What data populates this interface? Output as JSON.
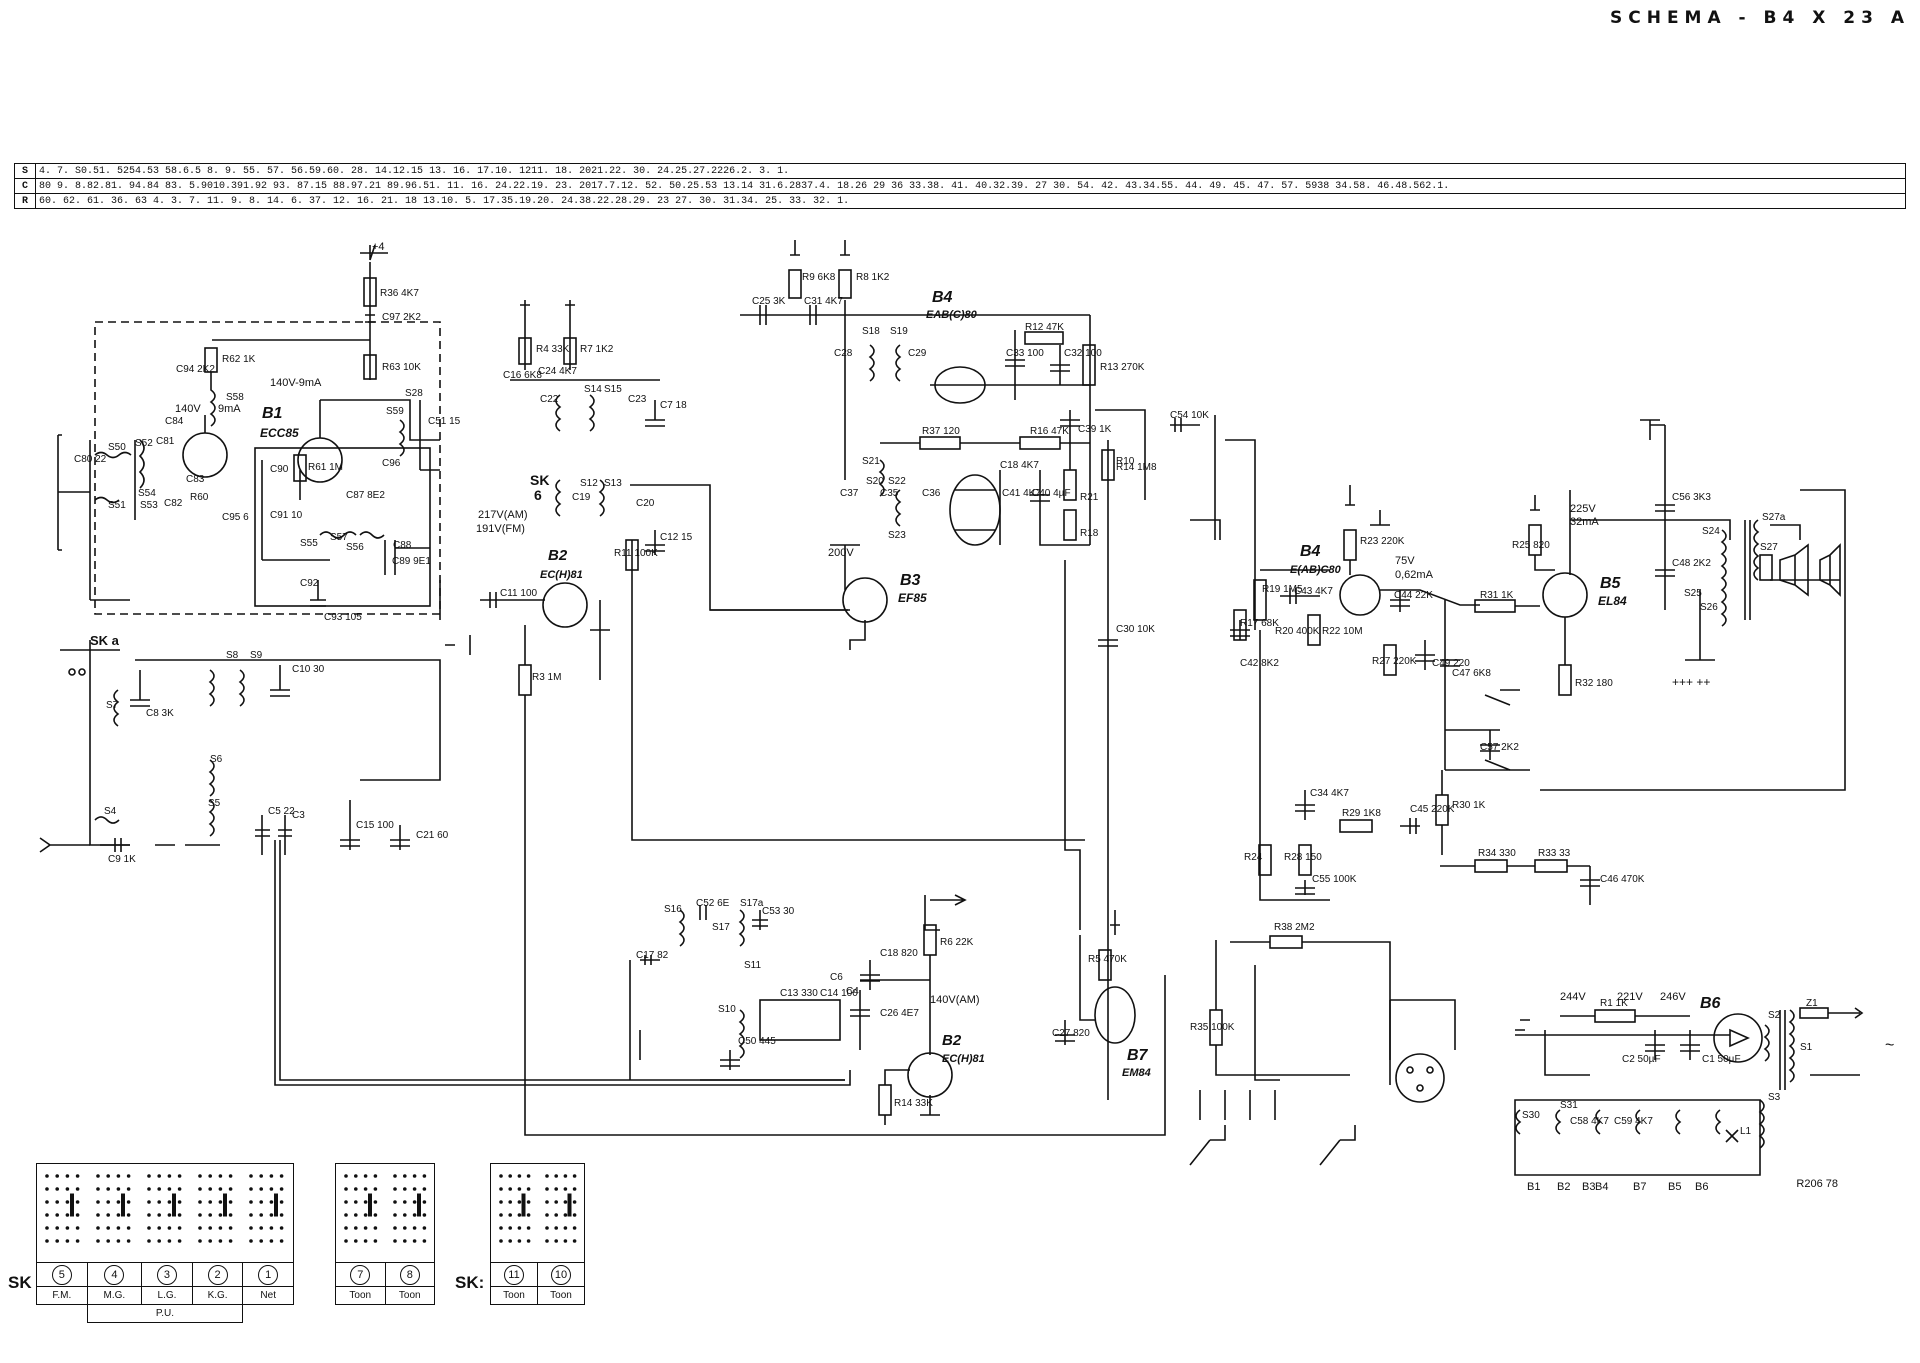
{
  "header": {
    "title": "SCHEMA - B4 X 23 A"
  },
  "crossref": {
    "rows": [
      {
        "label": "S",
        "text": "4. 7. S0.51. 5254.53   58.6.5 8. 9.          55. 57. 56.59.60.  28.                          14.12.15 13.      16.  17.10. 1211.              18. 2021.22.                                                                                30.                                  24.25.27.2226.2. 3. 1."
      },
      {
        "label": "C",
        "text": "80  9.  8.82.81. 94.84  83.  5.9010.391.92 93. 87.15 88.97.21 89.96.51.   11.  16.  24.22.19.   23. 2017.7.12.  52.  50.25.53 13.14  31.6.2837.4.  18.26 29 36      33.38. 41. 40.32.39. 27 30.    54.            42.         43.34.55.             44. 49. 45. 47.  57.                    5938      34.58. 46.48.562.1."
      },
      {
        "label": "R",
        "text": "             60.  62.              61.           36.  63                4.   3.   7.     11.                          9.       8.    14.  6.  37.           12. 16.  21. 18  13.10. 5.          17.35.19.20. 24.38.22.28.29. 23   27.      30.  31.34. 25. 33.   32.     1."
      }
    ]
  },
  "tubes": [
    {
      "id": "B1",
      "type": "ECC85"
    },
    {
      "id": "B2-fm",
      "name": "B2",
      "type": "EC(H)81"
    },
    {
      "id": "B2-am",
      "name": "B2",
      "type": "EC(H)81"
    },
    {
      "id": "B3",
      "type": "EF85"
    },
    {
      "id": "B4-top",
      "name": "B4",
      "type": "EAB(C)80"
    },
    {
      "id": "B4-bottom",
      "name": "B4",
      "type": "E(AB)C80"
    },
    {
      "id": "B5",
      "type": "EL84"
    },
    {
      "id": "B6",
      "type": ""
    },
    {
      "id": "B7",
      "type": "EM84"
    }
  ],
  "voltages": [
    {
      "id": "b1",
      "text": "140V-9mA"
    },
    {
      "id": "b1b",
      "text": "140V"
    },
    {
      "id": "b1c",
      "text": "9mA"
    },
    {
      "id": "b2fm",
      "text": "217V(AM)"
    },
    {
      "id": "b2fm2",
      "text": "191V(FM)"
    },
    {
      "id": "b3",
      "text": "200V"
    },
    {
      "id": "b2am",
      "text": "140V(AM)"
    },
    {
      "id": "b4",
      "text": "75V"
    },
    {
      "id": "b4b",
      "text": "0,62mA"
    },
    {
      "id": "b5",
      "text": "225V"
    },
    {
      "id": "b5b",
      "text": "32mA"
    },
    {
      "id": "ps1",
      "text": "244V"
    },
    {
      "id": "ps2",
      "text": "221V"
    },
    {
      "id": "ps3",
      "text": "246V"
    }
  ],
  "components": [
    {
      "id": "R36",
      "value": "4K7"
    },
    {
      "id": "C97",
      "value": "2K2"
    },
    {
      "id": "R63",
      "value": "10K"
    },
    {
      "id": "R62",
      "value": "1K"
    },
    {
      "id": "C94",
      "value": "2K2"
    },
    {
      "id": "S58",
      "value": ""
    },
    {
      "id": "S59",
      "value": ""
    },
    {
      "id": "S28",
      "value": ""
    },
    {
      "id": "C51",
      "value": "15"
    },
    {
      "id": "R61",
      "value": "1M"
    },
    {
      "id": "C90",
      "value": ""
    },
    {
      "id": "C91",
      "value": "10"
    },
    {
      "id": "C87",
      "value": "8E2"
    },
    {
      "id": "C88",
      "value": ""
    },
    {
      "id": "C89",
      "value": "9E1"
    },
    {
      "id": "S55",
      "value": ""
    },
    {
      "id": "S56",
      "value": ""
    },
    {
      "id": "S57",
      "value": ""
    },
    {
      "id": "C92",
      "value": ""
    },
    {
      "id": "C93",
      "value": "105"
    },
    {
      "id": "C95",
      "value": "6"
    },
    {
      "id": "S50",
      "value": ""
    },
    {
      "id": "S51",
      "value": ""
    },
    {
      "id": "S52",
      "value": ""
    },
    {
      "id": "S53",
      "value": ""
    },
    {
      "id": "S54",
      "value": ""
    },
    {
      "id": "C80",
      "value": "22"
    },
    {
      "id": "C81",
      "value": ""
    },
    {
      "id": "C82",
      "value": ""
    },
    {
      "id": "C96",
      "value": ""
    },
    {
      "id": "R60",
      "value": ""
    },
    {
      "id": "C84",
      "value": ""
    },
    {
      "id": "C83",
      "value": ""
    },
    {
      "id": "R4",
      "value": "33K"
    },
    {
      "id": "R7",
      "value": "1K2"
    },
    {
      "id": "C16",
      "value": "6K8"
    },
    {
      "id": "C24",
      "value": "4K7"
    },
    {
      "id": "C22",
      "value": ""
    },
    {
      "id": "C23",
      "value": ""
    },
    {
      "id": "C7",
      "value": "18"
    },
    {
      "id": "S14",
      "value": ""
    },
    {
      "id": "S15",
      "value": ""
    },
    {
      "id": "S12",
      "value": ""
    },
    {
      "id": "S13",
      "value": ""
    },
    {
      "id": "C19",
      "value": ""
    },
    {
      "id": "C20",
      "value": ""
    },
    {
      "id": "C12",
      "value": "15"
    },
    {
      "id": "R11",
      "value": "100K"
    },
    {
      "id": "R3",
      "value": "1M"
    },
    {
      "id": "C11",
      "value": "100"
    },
    {
      "id": "S8",
      "value": ""
    },
    {
      "id": "S9",
      "value": ""
    },
    {
      "id": "C10",
      "value": "30"
    },
    {
      "id": "S7",
      "value": ""
    },
    {
      "id": "C8",
      "value": "3K"
    },
    {
      "id": "S6",
      "value": ""
    },
    {
      "id": "S5",
      "value": ""
    },
    {
      "id": "S4",
      "value": ""
    },
    {
      "id": "C9",
      "value": "1K"
    },
    {
      "id": "C5",
      "value": "22"
    },
    {
      "id": "C3",
      "value": ""
    },
    {
      "id": "C15",
      "value": "100"
    },
    {
      "id": "C21",
      "value": "60"
    },
    {
      "id": "R9",
      "value": "6K8"
    },
    {
      "id": "R8",
      "value": "1K2"
    },
    {
      "id": "C25",
      "value": "3K"
    },
    {
      "id": "C31",
      "value": "4K7"
    },
    {
      "id": "C28",
      "value": ""
    },
    {
      "id": "S18",
      "value": ""
    },
    {
      "id": "S19",
      "value": ""
    },
    {
      "id": "C29",
      "value": ""
    },
    {
      "id": "C33",
      "value": "100"
    },
    {
      "id": "R12",
      "value": "47K"
    },
    {
      "id": "C32",
      "value": "100"
    },
    {
      "id": "R13",
      "value": "270K"
    },
    {
      "id": "R37",
      "value": "120"
    },
    {
      "id": "R16",
      "value": "47K"
    },
    {
      "id": "C39",
      "value": "1K"
    },
    {
      "id": "C18",
      "value": "4K7"
    },
    {
      "id": "S21",
      "value": ""
    },
    {
      "id": "S20",
      "value": ""
    },
    {
      "id": "S22",
      "value": ""
    },
    {
      "id": "S23",
      "value": ""
    },
    {
      "id": "C35",
      "value": ""
    },
    {
      "id": "C36",
      "value": ""
    },
    {
      "id": "C37",
      "value": ""
    },
    {
      "id": "C41",
      "value": "4K7"
    },
    {
      "id": "C40",
      "value": "4µF"
    },
    {
      "id": "R21",
      "value": ""
    },
    {
      "id": "R18",
      "value": ""
    },
    {
      "id": "R14h",
      "value": "1M8"
    },
    {
      "id": "R10",
      "value": ""
    },
    {
      "id": "C30",
      "value": "10K"
    },
    {
      "id": "C54",
      "value": "10K"
    },
    {
      "id": "S16",
      "value": ""
    },
    {
      "id": "C52",
      "value": "6E"
    },
    {
      "id": "S17",
      "value": ""
    },
    {
      "id": "S17a",
      "value": ""
    },
    {
      "id": "C53",
      "value": "30"
    },
    {
      "id": "C17",
      "value": "82"
    },
    {
      "id": "S11",
      "value": ""
    },
    {
      "id": "S10",
      "value": ""
    },
    {
      "id": "C13",
      "value": "330"
    },
    {
      "id": "C14",
      "value": "100"
    },
    {
      "id": "C50",
      "value": "445"
    },
    {
      "id": "C6",
      "value": ""
    },
    {
      "id": "C4",
      "value": ""
    },
    {
      "id": "C18b",
      "value": "820"
    },
    {
      "id": "C26",
      "value": "4E7"
    },
    {
      "id": "R6",
      "value": "22K"
    },
    {
      "id": "R14",
      "value": "33K"
    },
    {
      "id": "R5",
      "value": "470K"
    },
    {
      "id": "C27",
      "value": "820"
    },
    {
      "id": "R23",
      "value": "220K"
    },
    {
      "id": "R19",
      "value": "1M5"
    },
    {
      "id": "R20",
      "value": "400K"
    },
    {
      "id": "C43",
      "value": "4K7"
    },
    {
      "id": "C44",
      "value": "22K"
    },
    {
      "id": "R17",
      "value": "68K"
    },
    {
      "id": "R22",
      "value": "10M"
    },
    {
      "id": "R27",
      "value": "220K"
    },
    {
      "id": "C49",
      "value": "220"
    },
    {
      "id": "C42",
      "value": "8K2"
    },
    {
      "id": "C47",
      "value": "6K8"
    },
    {
      "id": "R31",
      "value": "1K"
    },
    {
      "id": "R25",
      "value": "820"
    },
    {
      "id": "R32",
      "value": "180"
    },
    {
      "id": "C57",
      "value": "2K2"
    },
    {
      "id": "C34",
      "value": "4K7"
    },
    {
      "id": "R29",
      "value": "1K8"
    },
    {
      "id": "C45",
      "value": "220K"
    },
    {
      "id": "R30",
      "value": "1K"
    },
    {
      "id": "R24",
      "value": ""
    },
    {
      "id": "R28",
      "value": "150"
    },
    {
      "id": "C55",
      "value": "100K"
    },
    {
      "id": "R34",
      "value": "330"
    },
    {
      "id": "R33",
      "value": "33"
    },
    {
      "id": "C46",
      "value": "470K"
    },
    {
      "id": "R38",
      "value": "2M2"
    },
    {
      "id": "R35",
      "value": "100K"
    },
    {
      "id": "C56",
      "value": "3K3"
    },
    {
      "id": "C48",
      "value": "2K2"
    },
    {
      "id": "S24",
      "value": ""
    },
    {
      "id": "S25",
      "value": ""
    },
    {
      "id": "S26",
      "value": ""
    },
    {
      "id": "S27",
      "value": ""
    },
    {
      "id": "S27a",
      "value": ""
    },
    {
      "id": "R1",
      "value": "1K"
    },
    {
      "id": "C2",
      "value": "50µF"
    },
    {
      "id": "C1",
      "value": "50µF"
    },
    {
      "id": "S2",
      "value": ""
    },
    {
      "id": "S1",
      "value": ""
    },
    {
      "id": "Z1",
      "value": ""
    },
    {
      "id": "S3",
      "value": ""
    },
    {
      "id": "S30",
      "value": ""
    },
    {
      "id": "S31",
      "value": ""
    },
    {
      "id": "C58",
      "value": "4K7"
    },
    {
      "id": "C59",
      "value": "4K7"
    },
    {
      "id": "L1",
      "value": ""
    }
  ],
  "labels": {
    "ska": "SK a",
    "sk6": "SK",
    "sk6n": "6",
    "heater_row": [
      "B1",
      "B2",
      "B3",
      "B4",
      "B7",
      "B5",
      "B6"
    ],
    "plus4": "+4",
    "ac": "~",
    "plusses": "+++ ++",
    "ref_code": "R206  78"
  },
  "sk_bank1": {
    "label": "SK",
    "columns": [
      {
        "num": "5",
        "name": "F.M."
      },
      {
        "num": "4",
        "name": "M.G."
      },
      {
        "num": "3",
        "name": "L.G."
      },
      {
        "num": "2",
        "name": "K.G."
      },
      {
        "num": "1",
        "name": "Net"
      }
    ],
    "pu_label": "P.U."
  },
  "sk_bank2": {
    "columns": [
      {
        "num": "7",
        "name": "Toon"
      },
      {
        "num": "8",
        "name": "Toon"
      }
    ]
  },
  "sk_bank3": {
    "label": "SK:",
    "columns": [
      {
        "num": "11",
        "name": "Toon"
      },
      {
        "num": "10",
        "name": "Toon"
      }
    ]
  }
}
